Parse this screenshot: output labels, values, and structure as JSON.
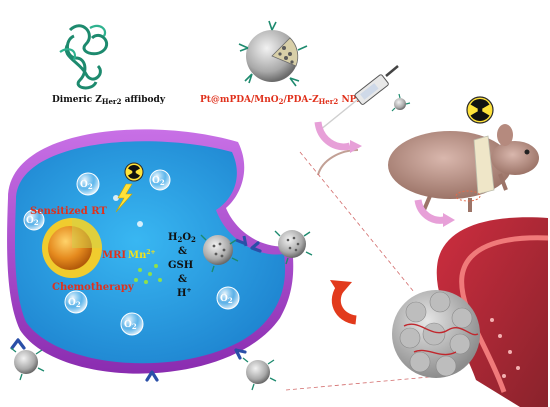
{
  "labels": {
    "affibody_main": "Dimeric Z",
    "affibody_sub": "Her2",
    "affibody_tail": " affibody",
    "np_main": "Pt@mPDA/MnO",
    "np_sub1": "2",
    "np_mid": "/PDA-Z",
    "np_sub2": "Her2",
    "np_tail": " NPs",
    "sensitized_rt": "Sensitized RT",
    "mri": "MRI",
    "mn": "Mn",
    "mn_sup": "2+",
    "chemotherapy": "Chemotherapy",
    "h2o2_main": "H",
    "h2o2_sub1": "2",
    "h2o2_o": "O",
    "h2o2_sub2": "2",
    "amp1": "&",
    "gsh": "GSH",
    "amp2": "&",
    "h_plus": "H",
    "h_sup": "+",
    "o2_main": "O",
    "o2_sub": "2"
  },
  "icons": [
    "affibody-protein-icon",
    "nanoparticle-icon",
    "syringe-icon",
    "radiation-icon",
    "mouse-icon",
    "lightning-icon",
    "tumor-icon",
    "blood-vessel-icon",
    "oxygen-bubble-icon",
    "receptor-icon"
  ],
  "colors": {
    "cell_blue": "#2aa3e8",
    "cell_rim": "#b24fd8",
    "label_red": "#e0311c",
    "label_yellow": "#f2e21a",
    "arrow_pink": "#e7a0d8",
    "arrow_red": "#e23a1c",
    "affibody_green": "#1d8a6e"
  }
}
